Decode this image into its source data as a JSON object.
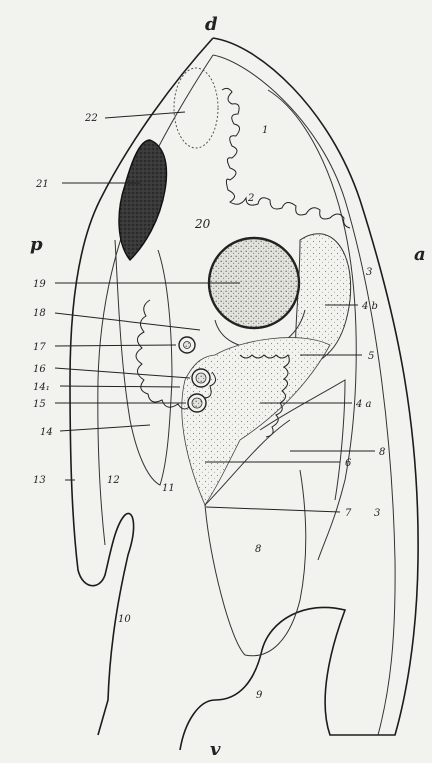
{
  "orientation": {
    "dorsal": "d",
    "ventral": "v",
    "anterior": "a",
    "posterior": "p"
  },
  "labels": {
    "l1": "1",
    "l2": "2",
    "l3_top": "3",
    "l3_bottom": "3",
    "l4a": "4 a",
    "l4b": "4 b",
    "l5": "5",
    "l6": "6",
    "l7": "7",
    "l8_right": "8",
    "l8_center": "8",
    "l9": "9",
    "l10": "10",
    "l11": "11",
    "l12": "12",
    "l13": "13",
    "l14": "14",
    "l14i": "14₁",
    "l15": "15",
    "l16": "16",
    "l17": "17",
    "l18": "18",
    "l19": "19",
    "l20": "20",
    "l21": "21",
    "l22": "22"
  },
  "colors": {
    "ink": "#222222",
    "paper": "#f2f2ef",
    "stipple": "#dcdcd6",
    "dark_organ": "#2a2a2a"
  }
}
